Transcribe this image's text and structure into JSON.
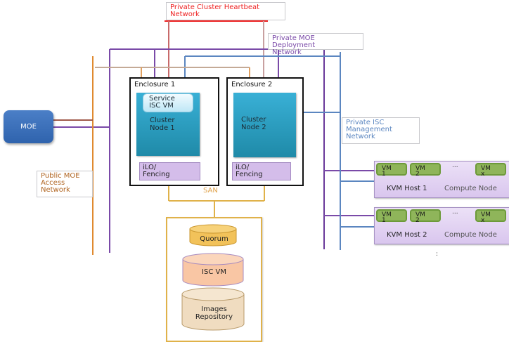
{
  "title": "ISC cluster network architecture",
  "colors": {
    "heartbeat": "#ee2020",
    "deployment": "#7a4aa8",
    "management": "#5b86c0",
    "public_access": "#e08a30",
    "san": "#e0b24a",
    "node_teal": "#2a9fc4",
    "moe_blue": "#3a6eb8",
    "vm_green": "#8fb55a",
    "kvm_lilac": "#ddcdf0"
  },
  "network_labels": {
    "heartbeat": "Private Cluster Heartbeat Network",
    "deployment": "Private MOE Deployment\nNetwork",
    "management": "Private ISC\nManagement\nNetwork",
    "public_access": "Public MOE\nAccess\nNetwork",
    "san": "SAN"
  },
  "moe": {
    "label": "MOE"
  },
  "enclosures": [
    {
      "title": "Enclosure 1",
      "service_vm": "Service\nISC VM",
      "node": "Cluster\nNode 1",
      "ilo": "iLO/\nFencing"
    },
    {
      "title": "Enclosure 2",
      "node": "Cluster\nNode 2",
      "ilo": "iLO/\nFencing"
    }
  ],
  "kvm_hosts": [
    {
      "name": "KVM Host 1",
      "role": "Compute Node",
      "vms": [
        "VM\n1",
        "VM\n2",
        "VM\nx"
      ],
      "ellipsis": "..."
    },
    {
      "name": "KVM Host 2",
      "role": "Compute Node",
      "vms": [
        "VM\n1",
        "VM\n2",
        "VM\nx"
      ],
      "ellipsis": "..."
    }
  ],
  "storage": {
    "quorum": "Quorum",
    "isc_vm": "ISC VM",
    "images": "Images\nRepository"
  },
  "more_hosts_marker": ":"
}
